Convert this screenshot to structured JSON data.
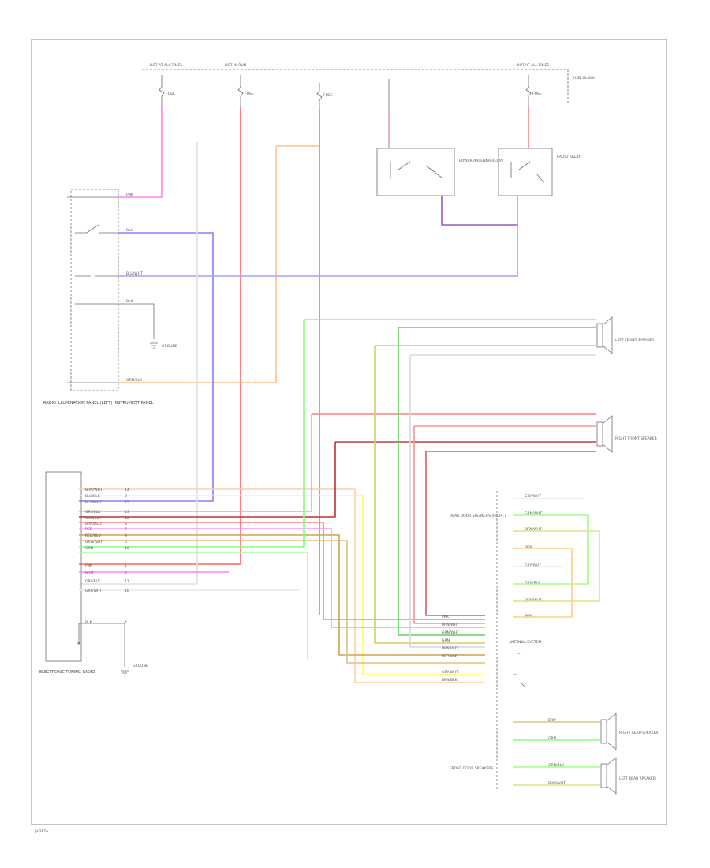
{
  "fuse_panel": {
    "hot_labels": [
      "HOT AT ALL TIMES",
      "HOT IN RUN",
      "",
      "HOT AT ALL TIMES"
    ],
    "fuse_labels": [
      "FUSE",
      "FUSE",
      "FUSE",
      "FUSE"
    ],
    "panel_label": "FUSE BLOCK"
  },
  "relays": {
    "left_label": "POWER ANTENNA RELAY",
    "right_label": "RADIO RELAY"
  },
  "switch_block": {
    "label": "RADIO ILLUMINATION PANEL (LEFT) INSTRUMENT PANEL",
    "wire_labels": [
      "PNK",
      "BLU",
      "BLU/WHT",
      "BLK",
      "ORN/BLK"
    ],
    "ground_label": "GROUND"
  },
  "speakers": {
    "left_front": "LEFT FRONT SPEAKER",
    "right_front": "RIGHT FRONT SPEAKER",
    "right_rear": "RIGHT REAR SPEAKER",
    "left_rear": "LEFT REAR SPEAKER",
    "rear_wire_labels": [
      "GRN",
      "GRN/BLK",
      "BRN/WHT",
      "BRN"
    ]
  },
  "radio_unit": {
    "label": "ELECTRONIC TUNING RADIO",
    "pin_labels": [
      "BRN/WHT",
      "BLU/BLK",
      "BLU/WHT",
      "GRY/BLK",
      "ORN/BLK",
      "BRN/RED",
      "RED",
      "RED/BLU",
      "GRN/WHT",
      "GRN",
      "PNK",
      "WHT",
      "GRY/BLK",
      "GRY/WHT",
      "BLK"
    ],
    "pin_numbers": [
      "14",
      "8",
      "15",
      "13",
      "12",
      "3",
      "7",
      "9",
      "6",
      "10",
      "1",
      "2",
      "11",
      "16",
      "4"
    ],
    "ground_label": "GROUND"
  },
  "right_panel": {
    "front_door_label": "REAR DOOR SPEAKERS (RIGHT)",
    "rear_label": "ANTENNA SYSTEM",
    "bottom_label": "FRONT DOOR SPEAKERS",
    "rows": [
      "GRY/WHT",
      "GRN/WHT",
      "BRN/WHT",
      "BRN",
      "GRY/WHT",
      "GRN/BLK",
      "BRN/WHT",
      "BRN"
    ]
  },
  "center_labels": [
    "PNK",
    "BRN/WHT",
    "GRN/WHT",
    "GRN",
    "BRN/RED",
    "RED/BLK",
    "GRY/WHT",
    "BRN/BLK"
  ],
  "footer": "JH2F7A"
}
